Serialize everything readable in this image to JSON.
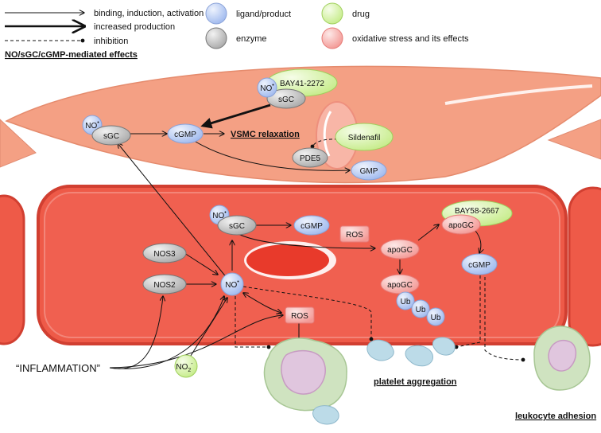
{
  "legend": {
    "arrow_label": "binding, induction, activation",
    "thick_arrow_label": "increased production",
    "inhibition_label": "inhibition",
    "section_title": "NO/sGC/cGMP-mediated effects",
    "ligand_label": "ligand/product",
    "enzyme_label": "enzyme",
    "drug_label": "drug",
    "oxidative_label": "oxidative stress and its effects"
  },
  "colors": {
    "ligand": "#b9cdf3",
    "enzyme": "#c9c9c9",
    "drug": "#d8f3a8",
    "oxidative": "#f7a9a6",
    "vsmc": "#f4a084",
    "endothelium": "#ee5a48",
    "cell_green": "#cfe3c0",
    "platelet": "#bcdbe8"
  },
  "vsmc": {
    "no_top": "NO",
    "sgc_top": "sGC",
    "bay41": "BAY41-2272",
    "no_left": "NO",
    "sgc_left": "sGC",
    "cgmp": "cGMP",
    "relaxation": "VSMC relaxation",
    "sildenafil": "Sildenafil",
    "pde5": "PDE5",
    "gmp": "GMP"
  },
  "endothelium": {
    "no_small": "NO",
    "sgc": "sGC",
    "cgmp_top": "cGMP",
    "ros_top": "ROS",
    "apogc": "apoGC",
    "bay58": "BAY58-2667",
    "apogc_right": "apoGC",
    "cgmp_right": "cGMP",
    "nos3": "NOS3",
    "nos2": "NOS2",
    "no_center": "NO",
    "apogc_ub": "apoGC",
    "ub1": "Ub",
    "ub2": "Ub",
    "ub3": "Ub",
    "ros_low": "ROS"
  },
  "labels": {
    "inflammation": "“INFLAMMATION”",
    "no2": "NO",
    "platelet_aggregation": "platelet aggregation",
    "leukocyte_adhesion": "leukocyte adhesion"
  }
}
